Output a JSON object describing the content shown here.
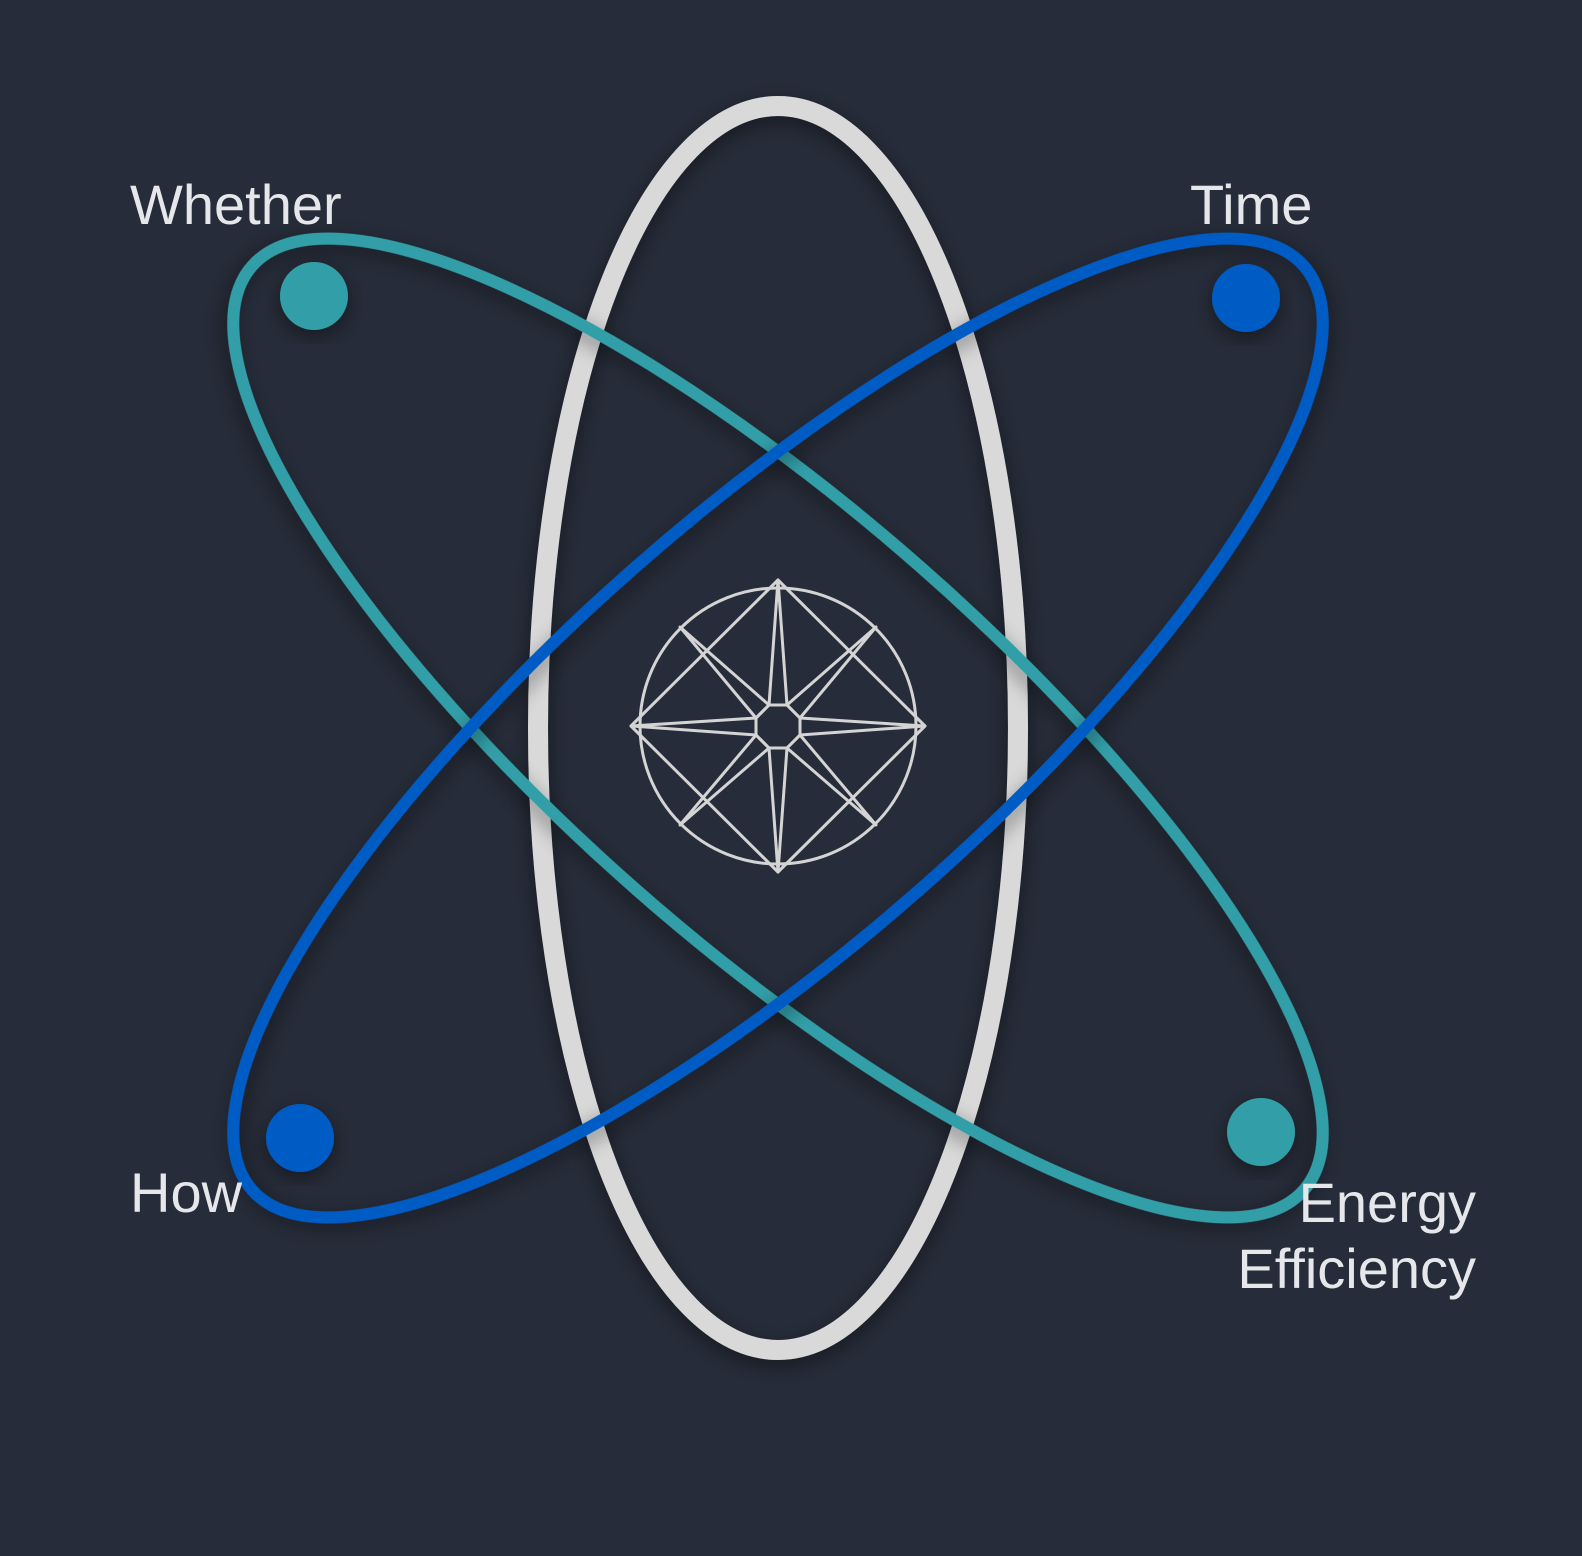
{
  "labels": {
    "top_left": "Whether",
    "top_right": "Time",
    "bottom_left": "How",
    "bottom_right_line1": "Energy",
    "bottom_right_line2": "Efficiency"
  },
  "colors": {
    "background": "#262c39",
    "orbit_vertical": "#d9d9d9",
    "orbit_teal": "#339ea7",
    "orbit_blue": "#005bc5",
    "nucleus_stroke": "#d4d4d4",
    "label_text": "#e6e7ea"
  },
  "icons": {
    "nucleus": "compass-rose-icon"
  }
}
